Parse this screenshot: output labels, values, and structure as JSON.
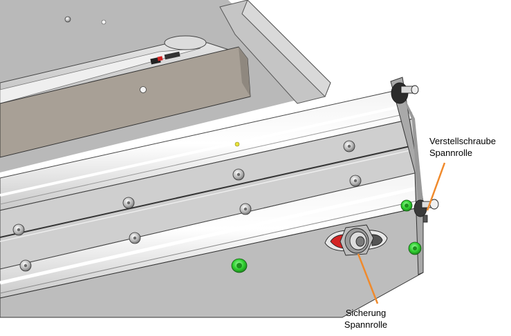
{
  "callouts": {
    "adjust_screw": {
      "line1": "Verstellschraube",
      "line2": "Spannrolle"
    },
    "lock_screw": {
      "line1": "Sicherung",
      "line2": "Spannrolle"
    }
  },
  "colors": {
    "leader": "#f08a2c",
    "green_screw": "#2fcf2f",
    "yellow_mark": "#e8e23a",
    "red_detail": "#d42424"
  },
  "icons": [
    "screw-head",
    "threaded-bolt",
    "hex-nut",
    "wing-lock"
  ]
}
